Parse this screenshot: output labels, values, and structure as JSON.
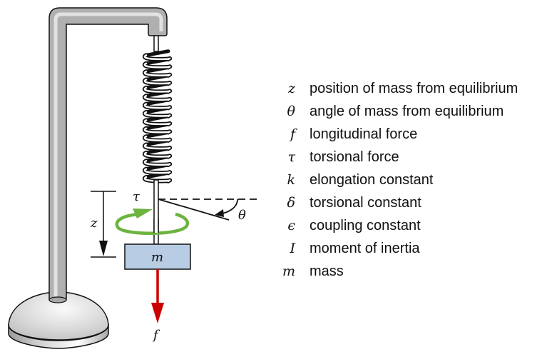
{
  "diagram": {
    "labels": {
      "tau": "τ",
      "theta": "θ",
      "z": "z",
      "mass": "m",
      "force": "f"
    },
    "colors": {
      "torsion_arrow": "#6db33f",
      "force_arrow": "#cc0000",
      "mass_fill": "#b8cce4",
      "stand_fill": "#b0b0b0"
    }
  },
  "legend": [
    {
      "symbol": "z",
      "description": "position of mass from equilibrium"
    },
    {
      "symbol": "θ",
      "description": "angle of mass from equilibrium"
    },
    {
      "symbol": "f",
      "description": "longitudinal force"
    },
    {
      "symbol": "τ",
      "description": "torsional force"
    },
    {
      "symbol": "k",
      "description": "elongation constant"
    },
    {
      "symbol": "δ",
      "description": "torsional constant"
    },
    {
      "symbol": "ϵ",
      "description": "coupling constant"
    },
    {
      "symbol": "I",
      "description": "moment of inertia"
    },
    {
      "symbol": "m",
      "description": "mass"
    }
  ]
}
